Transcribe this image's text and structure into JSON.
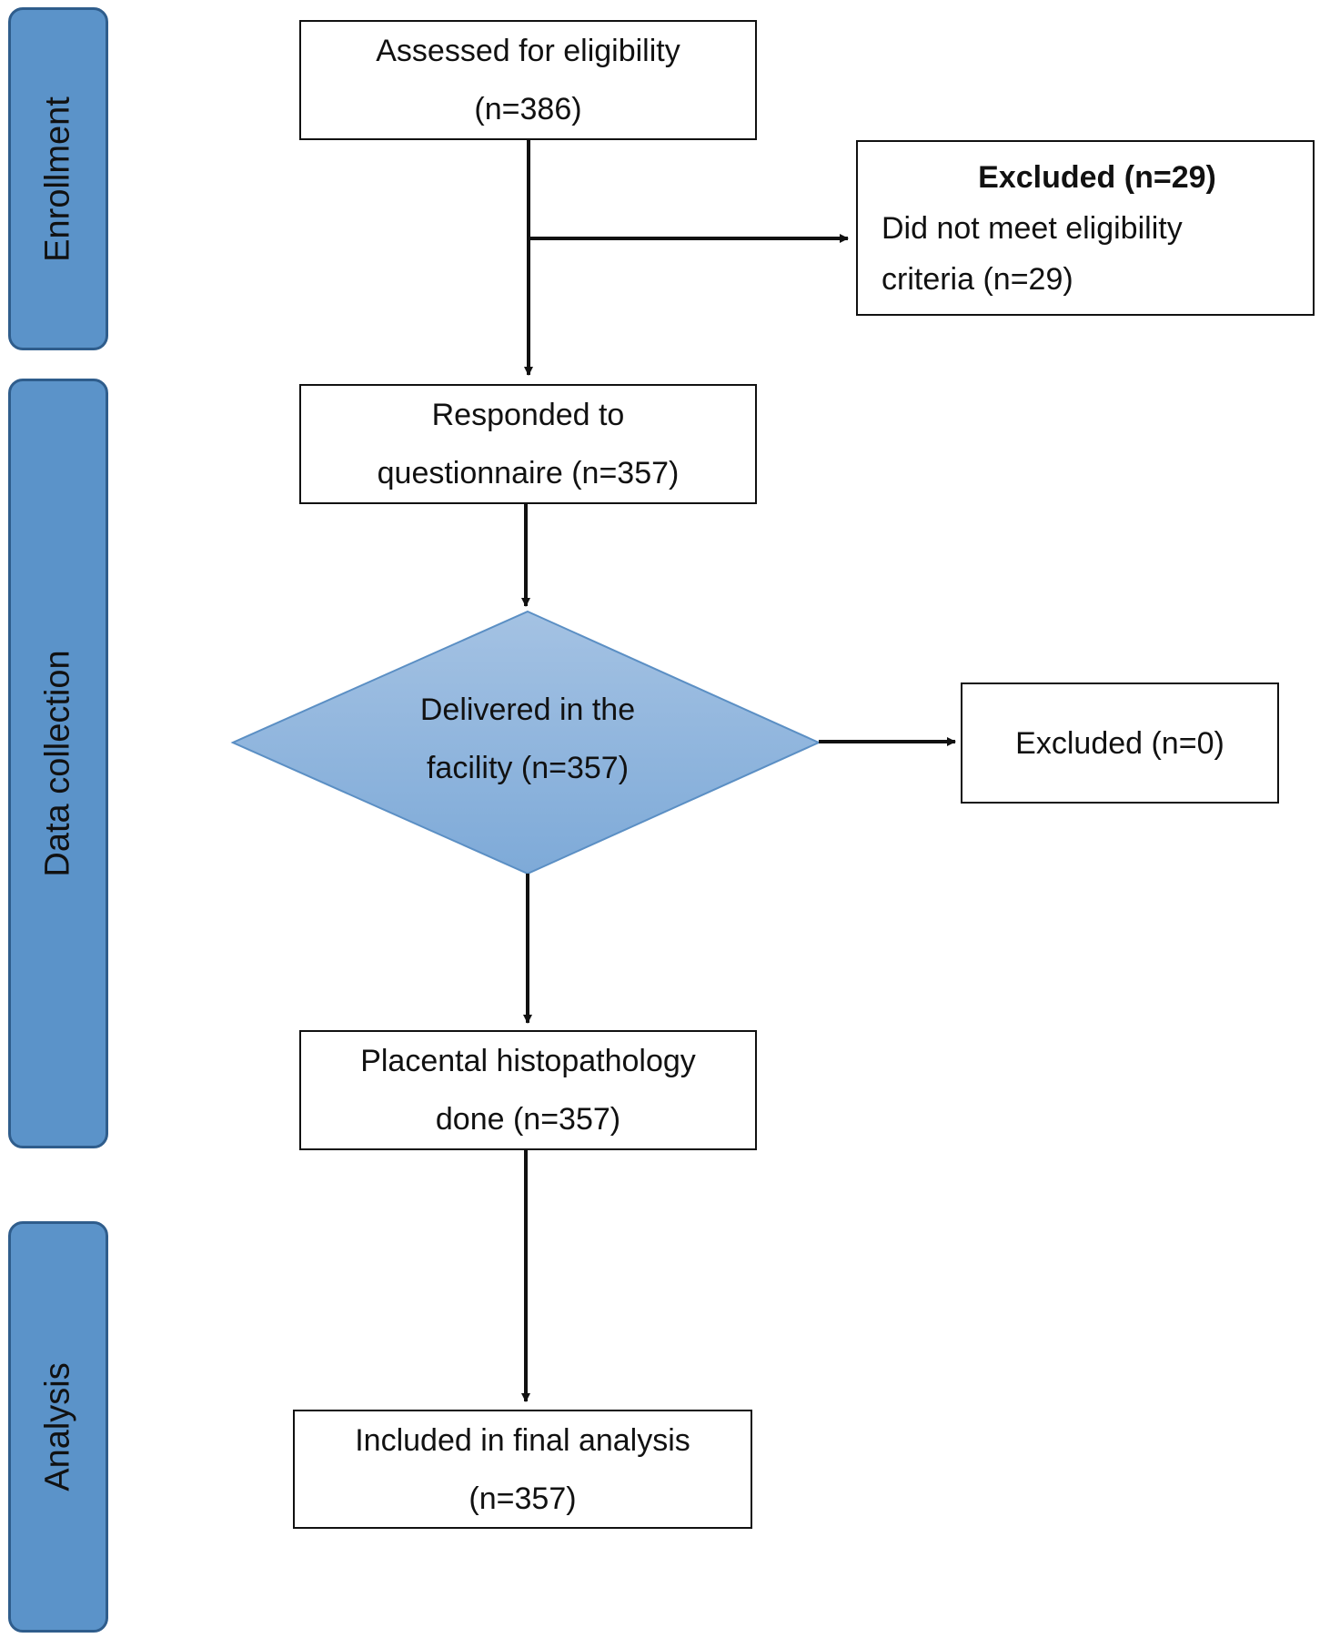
{
  "phases": [
    {
      "id": "enrollment",
      "label": "Enrollment"
    },
    {
      "id": "data-collection",
      "label": "Data collection"
    },
    {
      "id": "analysis",
      "label": "Analysis"
    }
  ],
  "nodes": {
    "assessed": {
      "line1": "Assessed for eligibility",
      "line2": "(n=386)"
    },
    "excluded_29": {
      "title": "Excluded (n=29)",
      "line1": "Did not meet eligibility",
      "line2": "criteria (n=29)"
    },
    "responded": {
      "line1": "Responded to",
      "line2": "questionnaire (n=357)"
    },
    "delivered": {
      "line1": "Delivered in the",
      "line2": "facility (n=357)"
    },
    "excluded_0": {
      "line1": "Excluded (n=0)"
    },
    "histopathology": {
      "line1": "Placental histopathology",
      "line2": "done (n=357)"
    },
    "included": {
      "line1": "Included in final analysis",
      "line2": "(n=357)"
    }
  },
  "colors": {
    "phase_fill": "#5b93c9",
    "phase_border": "#2f5d8c",
    "diamond_fill_top": "#a4c2e3",
    "diamond_fill_bottom": "#7eaad8",
    "diamond_border": "#5b8fc4",
    "line": "#111111"
  }
}
